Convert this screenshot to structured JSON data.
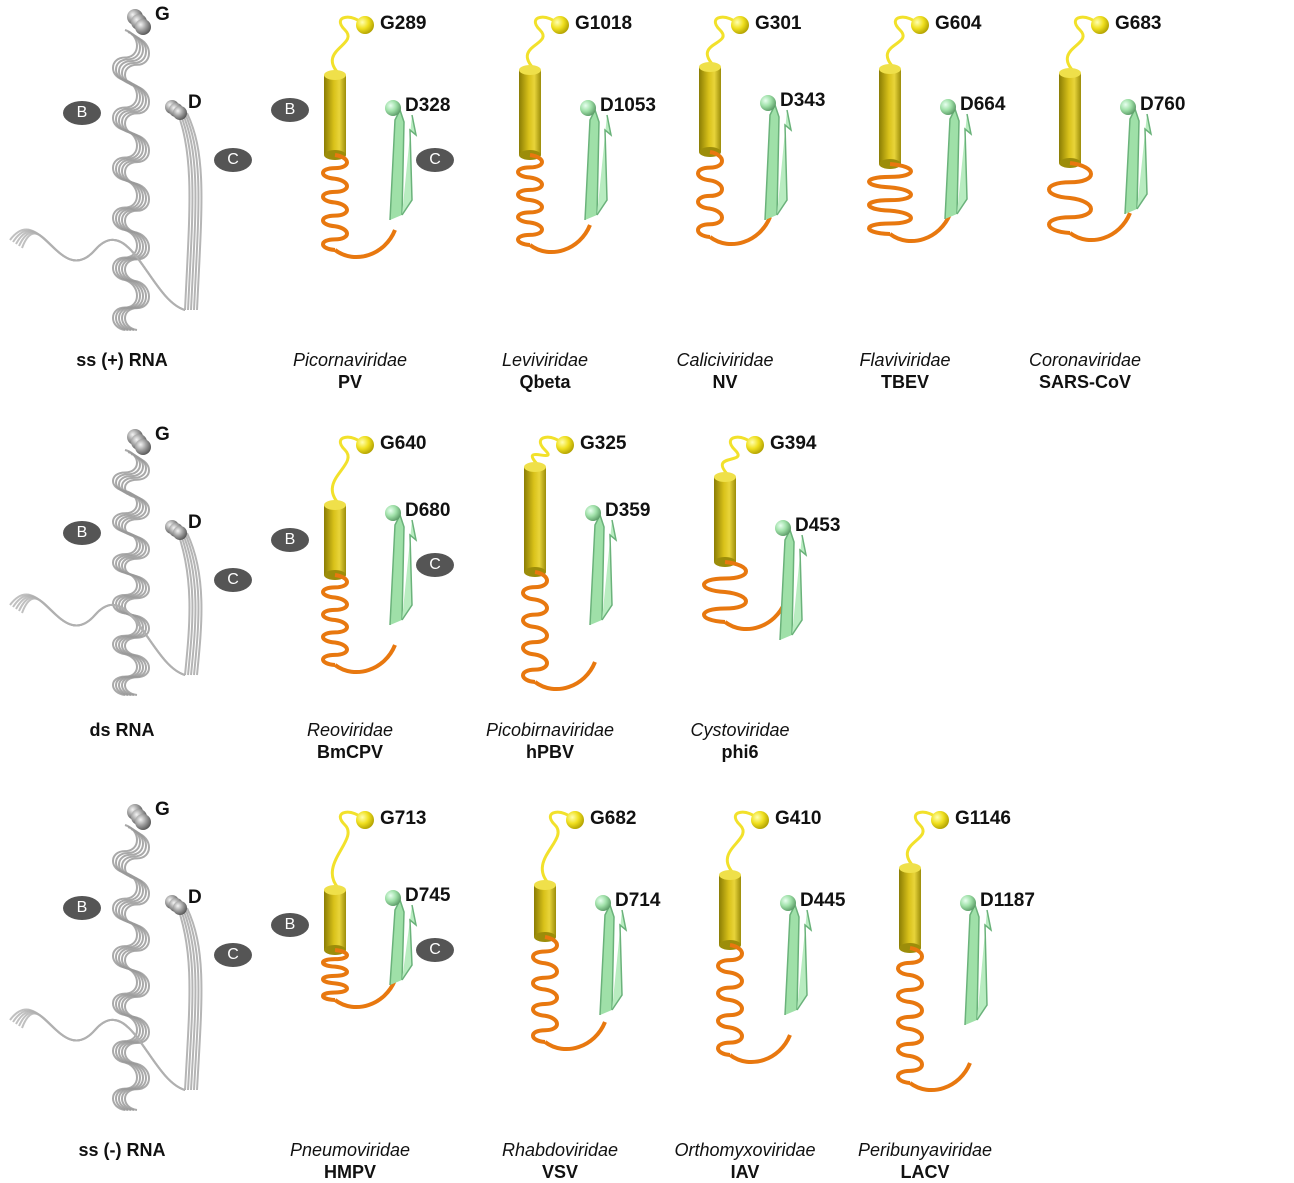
{
  "colors": {
    "motif_b_helix": "#d9c21a",
    "motif_b_loop": "#f2e12b",
    "linker": "#e8780f",
    "motif_c_strand": "#9fe0a8",
    "sphere_g": "#f0e020",
    "sphere_d": "#9fe0a8",
    "overlay": "#a9a9a9",
    "pill": "#555555"
  },
  "rows": [
    {
      "overlay": {
        "caption": "ss (+) RNA",
        "g_label": "G",
        "d_label": "D",
        "b_label": "B",
        "c_label": "C"
      },
      "panels": [
        {
          "family": "Picornaviridae",
          "virus": "PV",
          "g": "G289",
          "d": "D328",
          "pills": true
        },
        {
          "family": "Leviviridae",
          "virus": "Qbeta",
          "g": "G1018",
          "d": "D1053",
          "pills": false
        },
        {
          "family": "Caliciviridae",
          "virus": "NV",
          "g": "G301",
          "d": "D343",
          "pills": false
        },
        {
          "family": "Flaviviridae",
          "virus": "TBEV",
          "g": "G604",
          "d": "D664",
          "pills": false
        },
        {
          "family": "Coronaviridae",
          "virus": "SARS-CoV",
          "g": "G683",
          "d": "D760",
          "pills": false
        }
      ]
    },
    {
      "overlay": {
        "caption": "ds RNA",
        "g_label": "G",
        "d_label": "D",
        "b_label": "B",
        "c_label": "C"
      },
      "panels": [
        {
          "family": "Reoviridae",
          "virus": "BmCPV",
          "g": "G640",
          "d": "D680",
          "pills": true
        },
        {
          "family": "Picobirnaviridae",
          "virus": "hPBV",
          "g": "G325",
          "d": "D359",
          "pills": false
        },
        {
          "family": "Cystoviridae",
          "virus": "phi6",
          "g": "G394",
          "d": "D453",
          "pills": false
        }
      ]
    },
    {
      "overlay": {
        "caption": "ss (-) RNA",
        "g_label": "G",
        "d_label": "D",
        "b_label": "B",
        "c_label": "C"
      },
      "panels": [
        {
          "family": "Pneumoviridae",
          "virus": "HMPV",
          "g": "G713",
          "d": "D745",
          "pills": true
        },
        {
          "family": "Rhabdoviridae",
          "virus": "VSV",
          "g": "G682",
          "d": "D714",
          "pills": false
        },
        {
          "family": "Orthomyxoviridae",
          "virus": "IAV",
          "g": "G410",
          "d": "D445",
          "pills": false
        },
        {
          "family": "Peribunyaviridae",
          "virus": "LACV",
          "g": "G1146",
          "d": "D1187",
          "pills": false
        }
      ]
    }
  ]
}
